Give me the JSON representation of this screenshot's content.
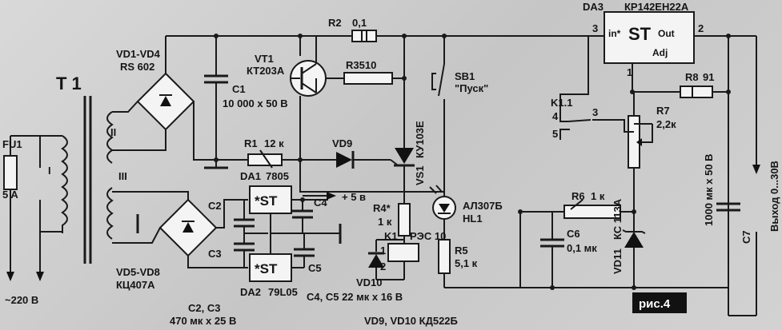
{
  "labels": {
    "t1": "T 1",
    "fu1": "FU1",
    "fu1_val": "5 A",
    "winding_1": "I",
    "winding_2": "II",
    "winding_3": "III",
    "mains": "~220 В",
    "vd1_vd4": "VD1-VD4",
    "rs602": "RS 602",
    "vd5_vd8": "VD5-VD8",
    "kc407": "КЦ407А",
    "c1": "C1",
    "c1_val": "10 000 х 50 В",
    "vt1": "VT1",
    "vt1_type": "КТ203А",
    "r2": "R2",
    "r2_val": "0,1",
    "r3": "R3510",
    "r1": "R1",
    "r1_val": "12 к",
    "vd9": "VD9",
    "sb1": "SB1",
    "sb1_name": "\"Пуск\"",
    "vs1": "VS1",
    "vs1_type": "КУ103Е",
    "da1": "DA1",
    "da1_type": "7805",
    "da2": "DA2",
    "da2_type": "79L05",
    "st": "*ST",
    "plus5": "+ 5 в",
    "c2": "C2",
    "c3": "C3",
    "c4": "C4",
    "c5": "C5",
    "r4": "R4*",
    "r4_val": "1 к",
    "k1": "K1",
    "k1_pin1": "1",
    "k1_pin2": "2",
    "k1_type": "РЭС 10",
    "vd10": "VD10",
    "hl1_type": "АЛ307Б",
    "hl1": "HL1",
    "r5": "R5",
    "r5_val": "5,1 к",
    "c4c5_note": "С4, С5    22 мк х 16 В",
    "c2c3_note": "С2, С3",
    "c2c3_val": "470 мк х 25 В",
    "vd9vd10_note": "VD9, VD10  КД522Б",
    "da3": "DA3",
    "da3_type": "КР142ЕН22А",
    "da3_pin3": "3",
    "da3_pin2": "2",
    "da3_pin1": "1",
    "da3_in": "in*",
    "da3_st": "ST",
    "da3_out": "Out",
    "da3_adj": "Adj",
    "r8": "R8",
    "r8_val": "91",
    "k11": "K1.1",
    "k11_pin4": "4",
    "k11_pin3": "3",
    "k11_pin5": "5",
    "r7": "R7",
    "r7_val": "2,2к",
    "r6": "R6",
    "r6_val": "1 к",
    "c6": "C6",
    "c6_val": "0,1 мк",
    "vd11": "VD11",
    "vd11_type": "КС 113А",
    "c7": "C7",
    "c7_val": "1000 мк х 50 В",
    "output": "Выход  0...30В",
    "fig": "рис.4"
  }
}
